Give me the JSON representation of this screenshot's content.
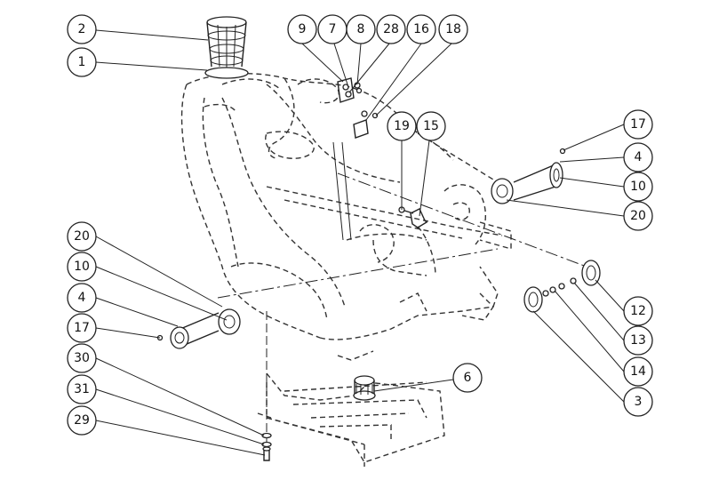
{
  "callouts": [
    {
      "id": "c-2",
      "label": "2"
    },
    {
      "id": "c-1",
      "label": "1"
    },
    {
      "id": "c-9",
      "label": "9"
    },
    {
      "id": "c-7",
      "label": "7"
    },
    {
      "id": "c-8",
      "label": "8"
    },
    {
      "id": "c-28",
      "label": "28"
    },
    {
      "id": "c-16",
      "label": "16"
    },
    {
      "id": "c-18",
      "label": "18"
    },
    {
      "id": "c-17r",
      "label": "17"
    },
    {
      "id": "c-4r",
      "label": "4"
    },
    {
      "id": "c-10r",
      "label": "10"
    },
    {
      "id": "c-20r",
      "label": "20"
    },
    {
      "id": "c-19",
      "label": "19"
    },
    {
      "id": "c-15",
      "label": "15"
    },
    {
      "id": "c-20l",
      "label": "20"
    },
    {
      "id": "c-10l",
      "label": "10"
    },
    {
      "id": "c-4l",
      "label": "4"
    },
    {
      "id": "c-17l",
      "label": "17"
    },
    {
      "id": "c-30",
      "label": "30"
    },
    {
      "id": "c-31",
      "label": "31"
    },
    {
      "id": "c-29",
      "label": "29"
    },
    {
      "id": "c-12",
      "label": "12"
    },
    {
      "id": "c-13",
      "label": "13"
    },
    {
      "id": "c-14",
      "label": "14"
    },
    {
      "id": "c-3",
      "label": "3"
    },
    {
      "id": "c-6",
      "label": "6"
    }
  ]
}
